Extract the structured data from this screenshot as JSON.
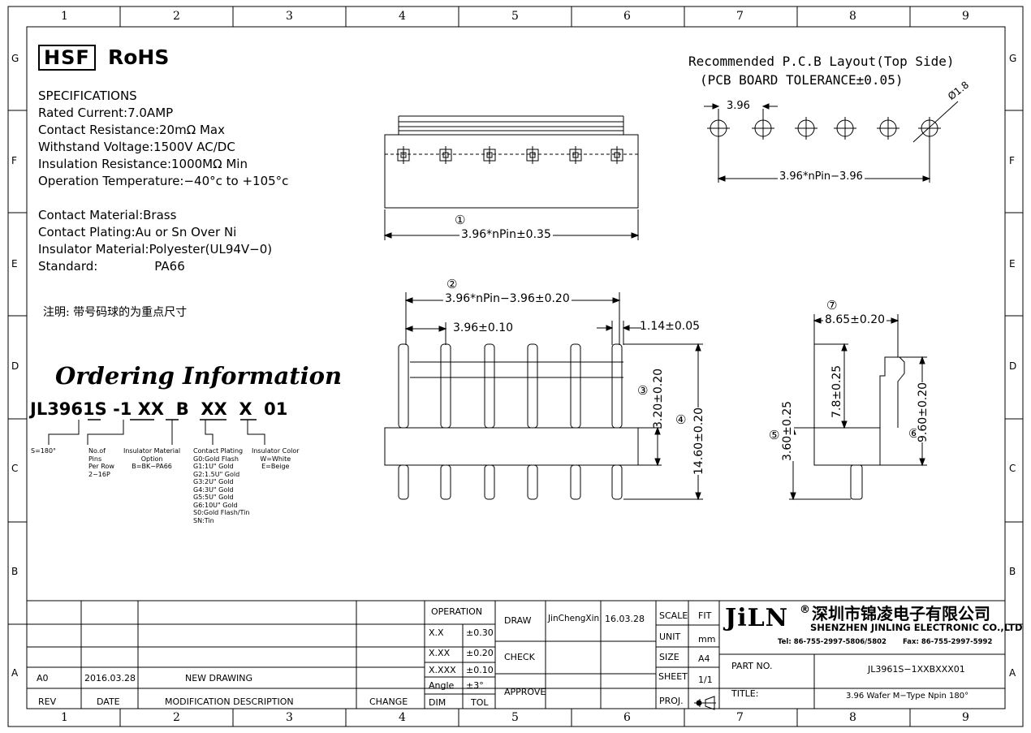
{
  "grid": {
    "columns": [
      "1",
      "2",
      "3",
      "4",
      "5",
      "6",
      "7",
      "8",
      "9"
    ],
    "rows": [
      "G",
      "F",
      "E",
      "D",
      "C",
      "B",
      "A"
    ]
  },
  "header": {
    "hsf": "HSF",
    "rohs": "RoHS"
  },
  "specs": {
    "title": "SPECIFICATIONS",
    "lines": [
      "Rated  Current:7.0AMP",
      "Contact  Resistance:20mΩ  Max",
      "Withstand  Voltage:1500V  AC/DC",
      "Insulation  Resistance:1000MΩ  Min",
      "Operation  Temperature:−40°c  to  +105°c"
    ],
    "materials": [
      "Contact  Material:Brass",
      "Contact  Plating:Au  or  Sn  Over  Ni",
      "Insulator  Material:Polyester(UL94V−0)"
    ],
    "standard_label": "Standard:",
    "standard_value": "PA66",
    "note": "注明: 带号码球的为重点尺寸"
  },
  "ordering": {
    "title": "Ordering Information",
    "part_code": "JL3961S -1 XX  B  XX  X  01",
    "labels": {
      "angle": "S=180°",
      "pins": [
        "No.of",
        "Pins",
        "Per Row",
        "2−16P"
      ],
      "insulator": [
        "Insulator Material",
        "Option",
        "B=BK−PA66"
      ],
      "plating": [
        "Contact Plating",
        "G0:Gold Flash",
        "G1:1U\" Gold",
        "G2:1.5U\" Gold",
        "G3:2U\" Gold",
        "G4:3U\" Gold",
        "G5:5U\" Gold",
        "G6:10U\" Gold",
        "S0:Gold Flash/Tin",
        "SN:Tin"
      ],
      "color": [
        "Insulator Color",
        "W=White",
        "E=Beige"
      ]
    }
  },
  "pcb": {
    "title1": "Recommended P.C.B Layout(Top Side)",
    "title2": "(PCB BOARD TOLERANCE±0.05)",
    "pitch": "3.96",
    "hole": "Ø1.8",
    "span": "3.96*nPin−3.96"
  },
  "dims": {
    "d1": "3.96*nPin±0.35",
    "d2": "3.96*nPin−3.96±0.20",
    "d3": "3.20±0.20",
    "d4": "14.60±0.20",
    "d5": "3.60±0.25",
    "d6": "9.60±0.20",
    "d7": "8.65±0.20",
    "d78": "7.8±0.25",
    "pitch": "3.96±0.10",
    "pin": "1.14±0.05",
    "balloons": [
      "①",
      "②",
      "③",
      "④",
      "⑤",
      "⑥",
      "⑦"
    ]
  },
  "title_block": {
    "operation": "OPERATION",
    "tolerances": [
      [
        "X.X",
        "±0.30"
      ],
      [
        "X.XX",
        "±0.20"
      ],
      [
        "X.XXX",
        "±0.10"
      ],
      [
        "Angle",
        "±3°"
      ]
    ],
    "dim": "DIM",
    "tol": "TOL",
    "draw": "DRAW",
    "check": "CHECK",
    "approve": "APPROVE",
    "drawer": "JinChengXin",
    "date": "16.03.28",
    "scale": "SCALE",
    "scale_val": "FIT",
    "unit": "UNIT",
    "unit_val": "mm",
    "size": "SIZE",
    "size_val": "A4",
    "sheet": "SHEET",
    "sheet_val": "1/1",
    "proj": "PROJ.",
    "rev_row": {
      "rev": "A0",
      "date": "2016.03.28",
      "desc": "NEW  DRAWING"
    },
    "headers": {
      "rev": "REV",
      "date": "DATE",
      "desc": "MODIFICATION  DESCRIPTION",
      "change": "CHANGE"
    },
    "logo": "JiLN",
    "company_cn": "深圳市锦凌电子有限公司",
    "company_en": "SHENZHEN JINLING ELECTRONIC CO.,LTD",
    "tel": "Tel: 86-755-2997-5806/5802",
    "fax": "Fax: 86-755-2997-5992",
    "part_no_label": "PART  NO.",
    "part_no": "JL3961S−1XXBXXX01",
    "title_label": "TITLE:",
    "title": "3.96  Wafer  M−Type  Npin  180°"
  }
}
